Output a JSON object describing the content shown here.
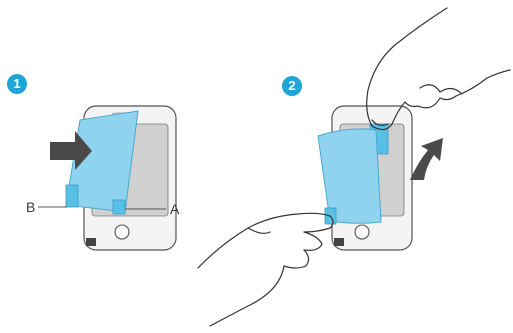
{
  "steps": [
    {
      "number": "1"
    },
    {
      "number": "2"
    }
  ],
  "callouts": {
    "b": "B",
    "a": "A"
  },
  "colors": {
    "badge": "#1fa6d6",
    "film": "#8fd3ef",
    "film_edge": "#4aa9cf",
    "tab": "#57c0e6",
    "arrow": "#4a4a4a",
    "outline": "#555555",
    "screen": "#c9c9c9"
  },
  "icons": {
    "push_arrow": "right-arrow-icon",
    "lift_arrow": "curved-up-arrow-icon"
  }
}
